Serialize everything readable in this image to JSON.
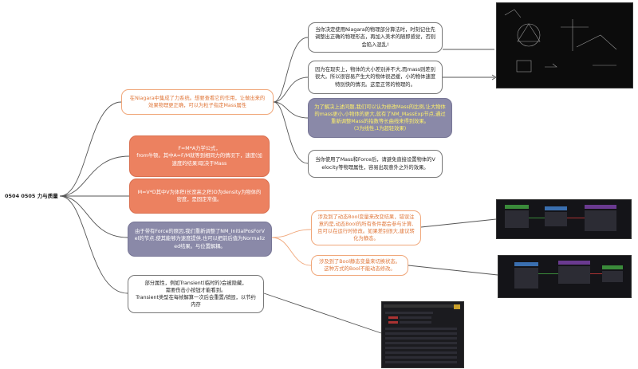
{
  "root": {
    "label": "0504 0505 力与质量"
  },
  "nodes": {
    "n1": "在Niagara中集成了力系统。想要查看它的作用，让做出来的效果物理更正确，可以为粒子指定Mass属性",
    "n2": "F=M*A力学公式，\nfrom牛顿。其中A=F/M就等到相同力的情况下，速度(加速度的结果)取决于Mass",
    "n3": "M=V*D其中V为体积(长宽高之积)D为density为物体的密度，是固定常值。",
    "n4": "由于带有Force的原因,我们重新调整了NM_InitialPosForVel的节点,使其能够为速度提供,也可以把前后值为Normalized结果。与位置解耦。",
    "n5": "部分属性，例如Transient(临时的)会被隐藏，\n需要伤击小按钮才能看到。\nTransient类型在每帧解算一次后会重置/销毁，以节约内存",
    "c1": "当你决定使用Niagara的物理部分算法时，时刻记住先调整出正确的物理形态，再加入美术的随即感觉，否则会陷入混乱!",
    "c2": "因为在现实上，物体的大小差别并不大,而mass则差别很大。所以很容易产生大的物体很迟缓，小的物体速度特别快的情况。这是正常的物理的。",
    "c3": "为了解决上述问题,我们可以认为修改Mass的比例,让大物体的mass更小,小物体的更大,就有了NM_MassExp节点,通过重新调整Mass的指数等长曲线来得到效果。\n(3为线性,1为超轻效果)",
    "c4": "当你使用了Mass和Force后，请避免直接设置物体的Velocity等物理属性，容易出现意外之外的效果。",
    "c5": "涉及到了动态Bool变量来改变结果，错误注意的是,动态Bool的所有条件都会参与计算,且可以在运行时修改。如果差别很大,建议转化为静态。",
    "c6": "涉及到了Bool静态变量来切换状态。这种方式的Bool不能动态修改。"
  },
  "screenshots": {
    "s1": "chalkboard-physics-sketch",
    "s2": "niagara-node-graph-dynamic-bool",
    "s3": "niagara-node-graph-static-bool",
    "s4": "niagara-details-panel"
  },
  "colors": {
    "salmon": "#ec8160",
    "slate": "#8a89a8",
    "peach_text": "#e0773a",
    "line": "#555555",
    "line_peach": "#f0a77a"
  }
}
